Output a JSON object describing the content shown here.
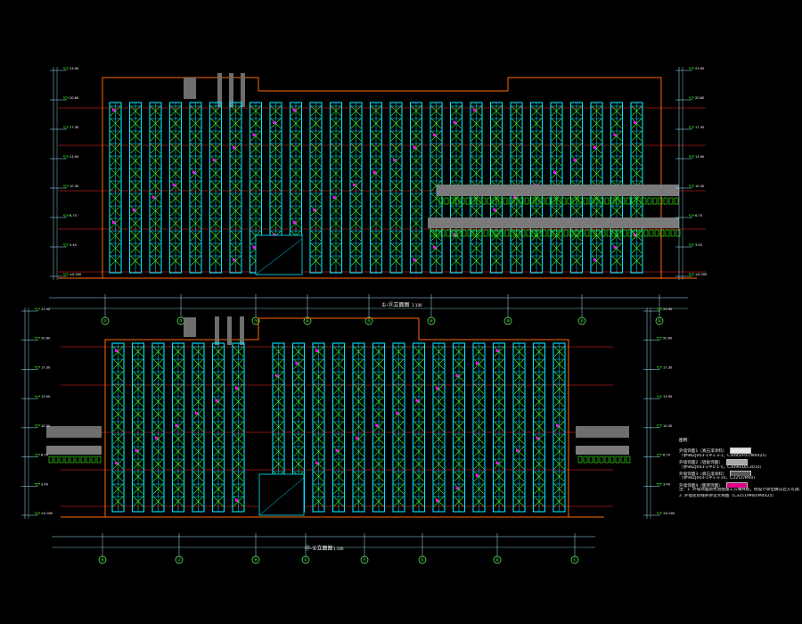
{
  "colors": {
    "background": "#000000",
    "frame": "#00e5ff",
    "truss": "#39ff14",
    "grid": "#ff2a2a",
    "outline": "#ff6a00",
    "dim": "#9fe7ff",
    "bubble": "#66ff66",
    "walkway": "#7a7a7a",
    "accent": "#ff00ff",
    "tower": "#6e6e6e",
    "text": "#ffffff"
  },
  "upper_elevation": {
    "title": "①-⑫立面图",
    "scale": "1:100",
    "axes": [
      "①",
      "②",
      "③",
      "④",
      "⑤",
      "⑥",
      "⑩",
      "⑪",
      "⑫"
    ],
    "left_level_marks": [
      "23.90",
      "20.60",
      "17.30",
      "13.90",
      "10.30",
      "6.70",
      "3.40",
      "±0.000"
    ],
    "right_level_marks": [
      "23.90",
      "20.60",
      "17.30",
      "13.90",
      "10.30",
      "6.70",
      "3.40",
      "±0.000"
    ]
  },
  "lower_elevation": {
    "title": "⑫-①立面图",
    "scale": "1:100",
    "axes": [
      "Ⓚ",
      "Ⓙ",
      "Ⓗ",
      "Ⓖ",
      "Ⓕ",
      "Ⓔ",
      "Ⓓ",
      "Ⓒ",
      "Ⓑ",
      "Ⓐ"
    ],
    "left_level_marks": [
      "23.90",
      "20.60",
      "17.30",
      "13.90",
      "10.30",
      "6.70",
      "3.40",
      "±0.000"
    ],
    "right_level_marks": [
      "23.90",
      "20.60",
      "17.30",
      "13.90",
      "10.30",
      "6.70",
      "3.40",
      "±0.000"
    ]
  },
  "legend": {
    "title": "图例:",
    "rows": [
      {
        "label": "外墙饰面1（真石漆涂料）",
        "swatch": "#e6e6e6"
      },
      {
        "label": "（参98ZJ003-1平1-3-1，C3085/F07/M4425）",
        "swatch": ""
      },
      {
        "label": "外墙饰面2（铝板饰面）",
        "swatch": "#a9a9a9"
      },
      {
        "label": "（参98ZJ003-1平5-1-5，C3090/D/C3010）",
        "swatch": ""
      },
      {
        "label": "外墙饰面3（真石漆涂料）",
        "swatch": "#5a5a5a"
      },
      {
        "label": "（参98ZJ003-1平1-3-10，C3251/M60）",
        "swatch": ""
      },
      {
        "label": "外墙饰面4（面砖饰面）",
        "swatch": "#e0008a"
      }
    ],
    "notes": [
      "注：1. 外墙饰面颜色须由施工方做样板，经设计单位确认后方可施工；",
      "2. 外墙装饰线条参见大样图（C3251/M60/M4425）"
    ]
  }
}
